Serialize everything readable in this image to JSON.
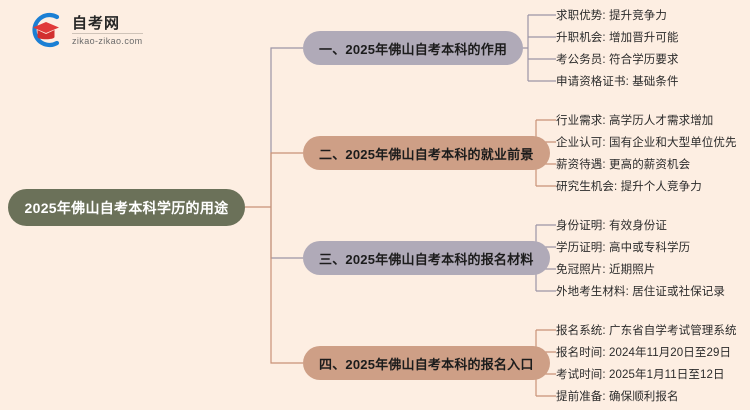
{
  "background_color": "#fdeee2",
  "logo": {
    "icon": "graduation-cap-logo-icon",
    "title_cn": "自考网",
    "domain": "zikao-zikao.com",
    "arc_color": "#1b7fd4",
    "cap_color": "#e03a3a"
  },
  "mindmap": {
    "root": {
      "label": "2025年佛山自考本科学历的用途",
      "color": "#6b7159",
      "text_color": "#ffffff"
    },
    "branches": [
      {
        "label": "一、2025年佛山自考本科的作用",
        "color": "#b0aab8",
        "connector_color": "#9b94a6",
        "leaves": [
          "求职优势: 提升竞争力",
          "升职机会: 增加晋升可能",
          "考公务员: 符合学历要求",
          "申请资格证书: 基础条件"
        ]
      },
      {
        "label": "二、2025年佛山自考本科的就业前景",
        "color": "#ce9f86",
        "connector_color": "#c99277",
        "leaves": [
          "行业需求: 高学历人才需求增加",
          "企业认可: 国有企业和大型单位优先",
          "薪资待遇: 更高的薪资机会",
          "研究生机会: 提升个人竞争力"
        ]
      },
      {
        "label": "三、2025年佛山自考本科的报名材料",
        "color": "#b0aab8",
        "connector_color": "#9b94a6",
        "leaves": [
          "身份证明: 有效身份证",
          "学历证明: 高中或专科学历",
          "免冠照片: 近期照片",
          "外地考生材料: 居住证或社保记录"
        ]
      },
      {
        "label": "四、2025年佛山自考本科的报名入口",
        "color": "#ce9f86",
        "connector_color": "#c99277",
        "leaves": [
          "报名系统: 广东省自学考试管理系统",
          "报名时间: 2024年11月20日至29日",
          "考试时间: 2025年1月11日至12日",
          "提前准备: 确保顺利报名"
        ]
      }
    ]
  }
}
